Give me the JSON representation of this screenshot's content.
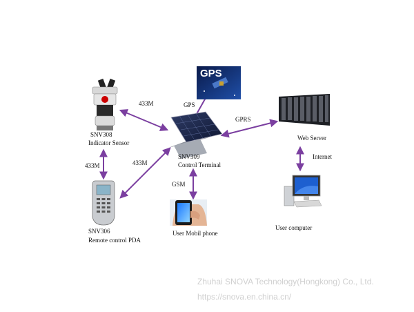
{
  "nodes": {
    "indicator_sensor": {
      "model": "SNV308",
      "name": "Indicator Sensor",
      "icon": "indicator-sensor-icon"
    },
    "control_terminal": {
      "model": "SNV309",
      "name": "Control Terminal",
      "icon": "solar-control-terminal-icon"
    },
    "remote_pda": {
      "model": "SNV306",
      "name": "Remote control PDA",
      "icon": "handheld-pda-icon"
    },
    "gps": {
      "badge": "GPS",
      "icon": "gps-satellite-icon"
    },
    "web_server": {
      "name": "Web Server",
      "icon": "server-rack-icon"
    },
    "user_phone": {
      "name": "User Mobil phone",
      "icon": "smartphone-icon"
    },
    "user_computer": {
      "name": "User computer",
      "icon": "desktop-computer-icon"
    }
  },
  "links": {
    "sensor_terminal": "433M",
    "sensor_pda": "433M",
    "pda_terminal": "433M",
    "terminal_gps": "GPS",
    "terminal_server": "GPRS",
    "terminal_phone": "GSM",
    "server_computer": "Internet"
  },
  "colors": {
    "arrow": "#7b3fa0"
  },
  "watermark": {
    "company": "Zhuhai SNOVA Technology(Hongkong) Co., Ltd.",
    "url": "https://snova.en.china.cn/"
  }
}
